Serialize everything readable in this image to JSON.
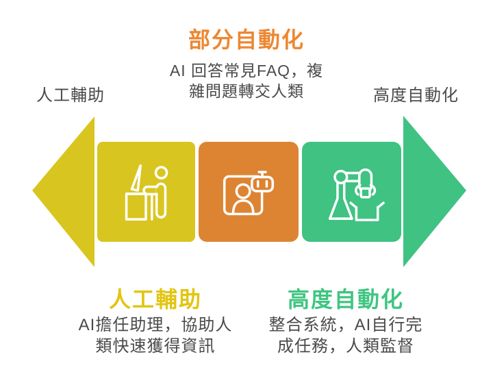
{
  "colors": {
    "stage_yellow": "#d9c51f",
    "stage_orange": "#dd8433",
    "stage_green": "#3fc282",
    "title_orange": "#ed8733",
    "heading_yellow": "#e2c513",
    "heading_green": "#3fc581",
    "body_gray": "#4a4a4a",
    "background": "#ffffff"
  },
  "top": {
    "title": "部分自動化",
    "caption_line1": "AI 回答常見FAQ，複",
    "caption_line2": "雜問題轉交人類",
    "left_label": "人工輔助",
    "right_label": "高度自動化"
  },
  "stages": [
    {
      "name": "人工輔助",
      "icon": "person-at-desk-icon",
      "color": "#d9c51f"
    },
    {
      "name": "部分自動化",
      "icon": "human-robot-chat-icon",
      "color": "#dd8433"
    },
    {
      "name": "高度自動化",
      "icon": "robotic-arm-icon",
      "color": "#3fc282"
    }
  ],
  "bottom": {
    "left_heading": "人工輔助",
    "left_caption_line1": "AI擔任助理，協助人",
    "left_caption_line2": "類快速獲得資訊",
    "right_heading": "高度自動化",
    "right_caption_line1": "整合系統，AI自行完",
    "right_caption_line2": "成任務，人類監督"
  }
}
